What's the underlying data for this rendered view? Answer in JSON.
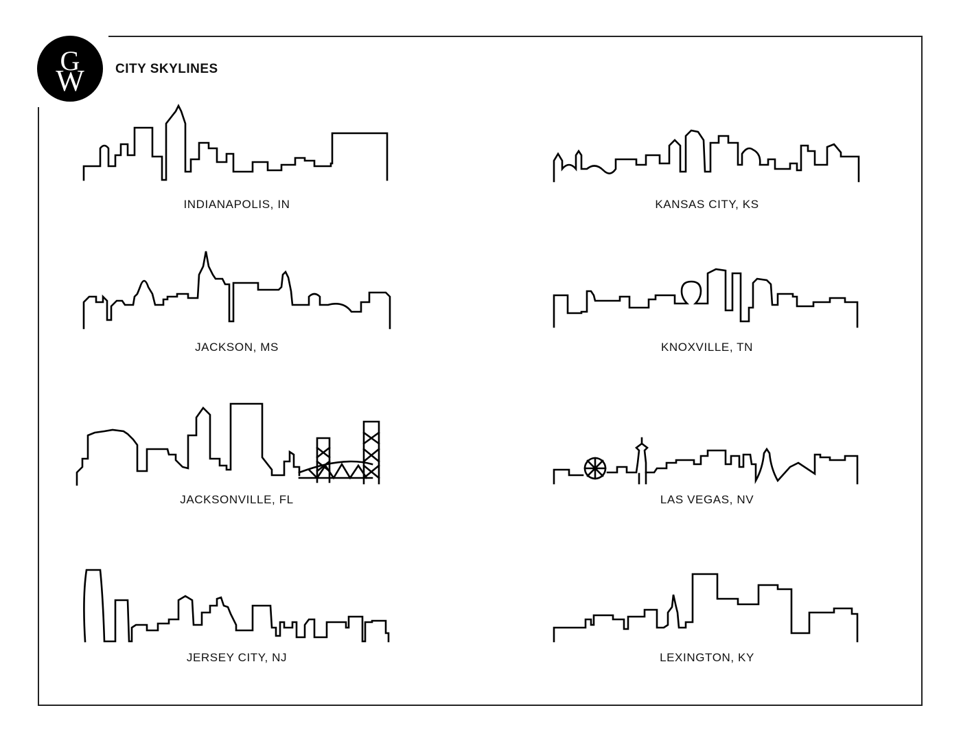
{
  "header": {
    "logo_text": "GW",
    "title": "CITY SKYLINES"
  },
  "skylines": [
    {
      "label": "INDIANAPOLIS, IN",
      "icon": "indianapolis-skyline-icon"
    },
    {
      "label": "KANSAS CITY, KS",
      "icon": "kansas-city-skyline-icon"
    },
    {
      "label": "JACKSON, MS",
      "icon": "jackson-skyline-icon"
    },
    {
      "label": "KNOXVILLE, TN",
      "icon": "knoxville-skyline-icon"
    },
    {
      "label": "JACKSONVILLE, FL",
      "icon": "jacksonville-skyline-icon"
    },
    {
      "label": "LAS VEGAS, NV",
      "icon": "las-vegas-skyline-icon"
    },
    {
      "label": "JERSEY CITY, NJ",
      "icon": "jersey-city-skyline-icon"
    },
    {
      "label": "LEXINGTON, KY",
      "icon": "lexington-skyline-icon"
    }
  ],
  "colors": {
    "ink": "#000000",
    "background": "#ffffff"
  }
}
